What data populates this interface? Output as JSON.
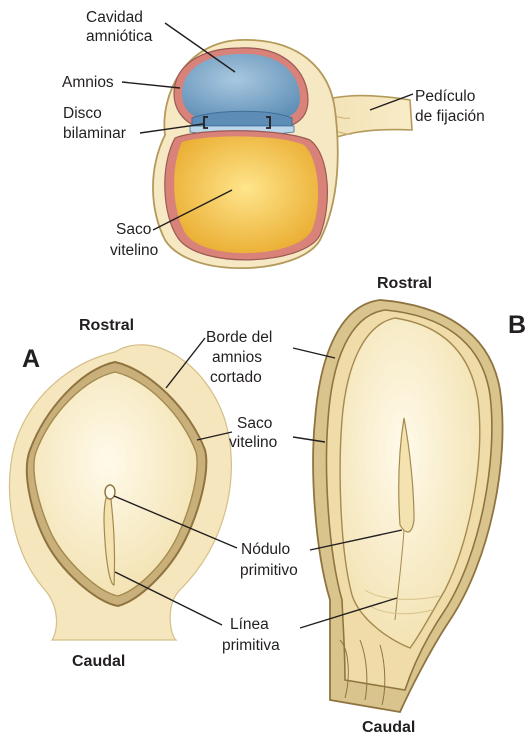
{
  "colors": {
    "amniotic_blue": "#6f9fc4",
    "yolk_yellow": "#f0bd3c",
    "amnion_pink": "#d9827a",
    "tissue_beige": "#f5e6bf",
    "tissue_dark": "#b39a5a",
    "disc_interior": "#faf1d6"
  },
  "top": {
    "cavidad": [
      "Cavidad",
      "amniótica"
    ],
    "amnios": "Amnios",
    "disco": [
      "Disco",
      "bilaminar"
    ],
    "pediculo": [
      "Pedículo",
      "de fijación"
    ],
    "saco": [
      "Saco",
      "vitelino"
    ]
  },
  "panel_a": {
    "letter": "A",
    "rostral": "Rostral",
    "caudal": "Caudal"
  },
  "panel_b": {
    "letter": "B",
    "rostral": "Rostral",
    "caudal": "Caudal"
  },
  "middle": {
    "borde": [
      "Borde del",
      "amnios",
      "cortado"
    ],
    "saco": [
      "Saco",
      "vitelino"
    ],
    "nodulo": [
      "Nódulo",
      "primitivo"
    ],
    "linea": [
      "Línea",
      "primitiva"
    ]
  }
}
